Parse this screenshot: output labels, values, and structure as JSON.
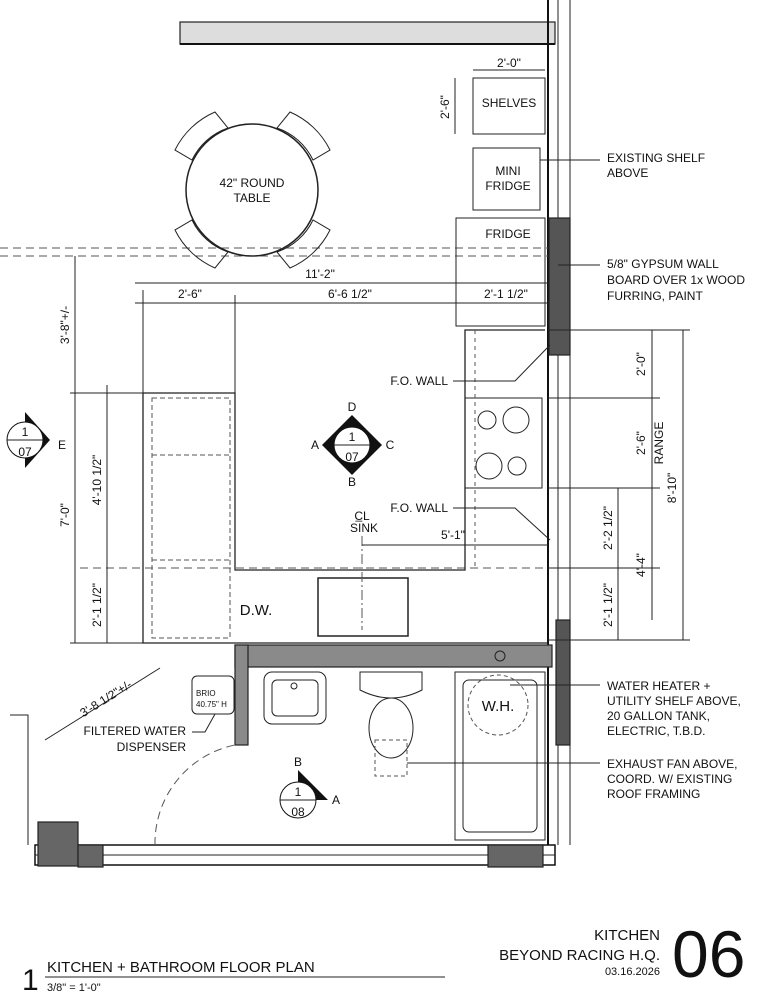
{
  "drawing": {
    "room_labels": {
      "table": [
        "42\" ROUND",
        "TABLE"
      ],
      "shelves": "SHELVES",
      "mini_fridge": [
        "MINI",
        "FRIDGE"
      ],
      "fridge": "FRIDGE",
      "dw": "D.W.",
      "sink": "SINK",
      "sink_cl": "C̲L",
      "wh": "W.H.",
      "brio": [
        "BRIO",
        "40.75\" H"
      ],
      "range": "RANGE"
    },
    "dimensions": {
      "shelves_w": "2'-0\"",
      "shelves_h": "2'-6\"",
      "overall": "11'-2\"",
      "d1": "2'-6\"",
      "d2": "6'-6 1/2\"",
      "d3": "2'-1 1/2\"",
      "left_a": "3'-8\"+/-",
      "left_total": "7'-0\"",
      "left_b": "4'-10 1/2\"",
      "left_c": "2'-1 1/2\"",
      "diag": "3'-8 1/2\"+/-",
      "sink_off": "5'-1\"",
      "r1": "2'-0\"",
      "r2": "2'-6\"",
      "r3": "2'-2 1/2\"",
      "r4": "2'-1 1/2\"",
      "r5": "4'-4\"",
      "r6": "8'-10\""
    },
    "notes": {
      "existing_shelf": [
        "EXISTING SHELF",
        "ABOVE"
      ],
      "gypsum": [
        "5/8\" GYPSUM WALL",
        "BOARD OVER 1x WOOD",
        "FURRING, PAINT"
      ],
      "fo_wall_1": "F.O. WALL",
      "fo_wall_2": "F.O. WALL",
      "water_heater": [
        "WATER HEATER +",
        "UTILITY SHELF ABOVE,",
        "20 GALLON TANK,",
        "ELECTRIC, T.B.D."
      ],
      "exhaust": [
        "EXHAUST FAN ABOVE,",
        "COORD. W/ EXISTING",
        "ROOF FRAMING"
      ],
      "filtered": [
        "FILTERED WATER",
        "DISPENSER"
      ]
    },
    "markers": {
      "elev_left": {
        "num": "1",
        "sheet": "07",
        "dir": "E"
      },
      "elev_center": {
        "num": "1",
        "sheet": "07",
        "a": "A",
        "b": "B",
        "c": "C",
        "d": "D"
      },
      "elev_bath": {
        "num": "1",
        "sheet": "08",
        "a": "A",
        "b": "B"
      }
    }
  },
  "title_block": {
    "number": "1",
    "title": "KITCHEN + BATHROOM FLOOR PLAN",
    "scale": "3/8\" = 1'-0\"",
    "sheet_name": "KITCHEN",
    "project": "BEYOND RACING H.Q.",
    "date": "03.16.2026",
    "sheet_number": "06"
  }
}
